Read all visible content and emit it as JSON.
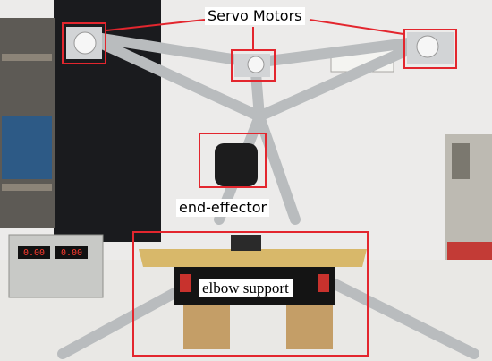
{
  "annotations": {
    "servo_label": "Servo Motors",
    "end_effector_label": "end-effector",
    "elbow_support_label": "elbow support"
  },
  "instrument": {
    "display_left": "0.00",
    "display_right": "0.00"
  },
  "colors": {
    "callout": "#e3262e",
    "wall": "#ecebea",
    "floor": "#e9e8e5",
    "aluminum": "#b9bcbe",
    "board": "#d8b86a",
    "blocks": "#c49e67"
  }
}
